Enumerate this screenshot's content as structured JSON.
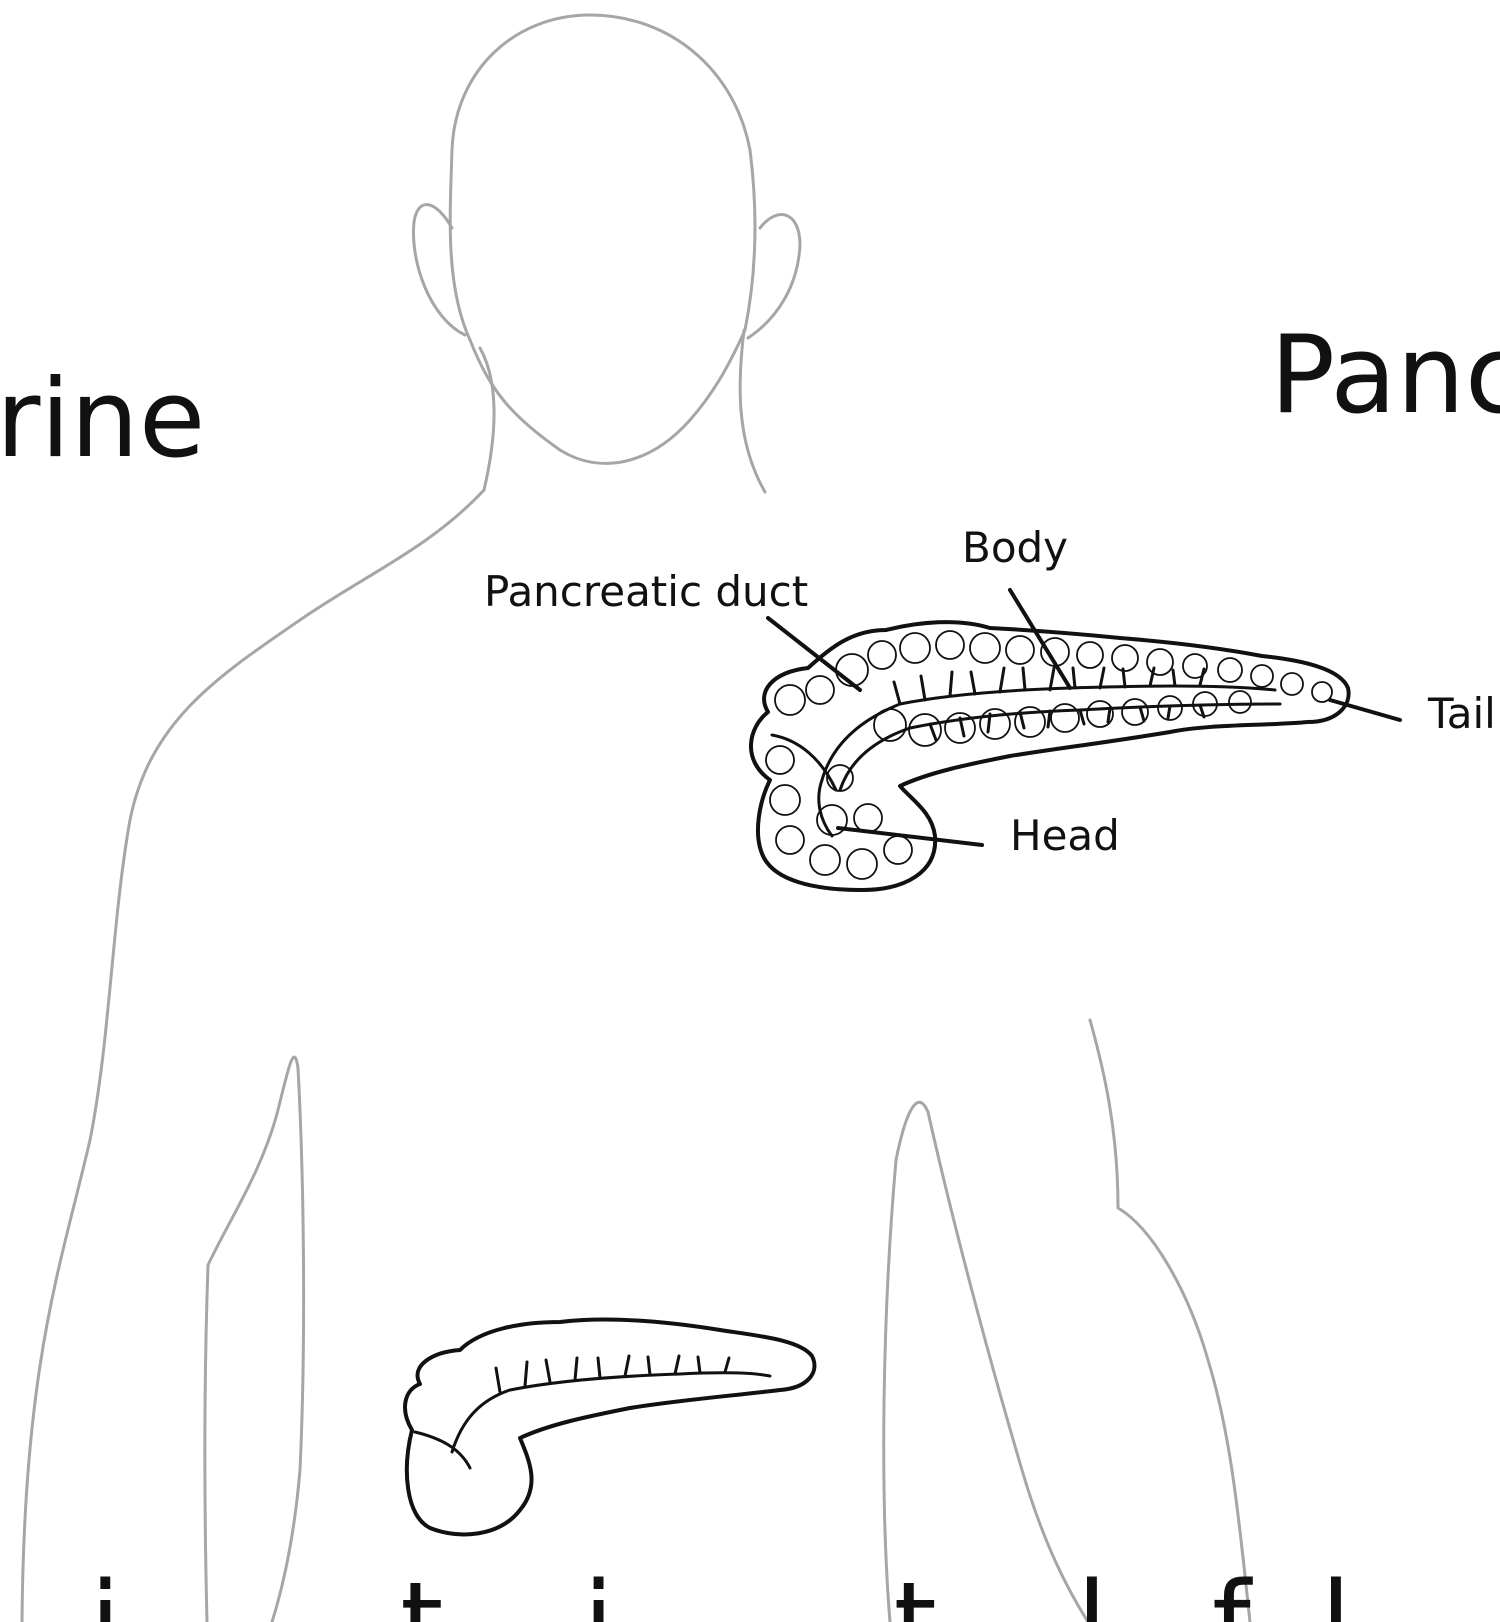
{
  "heading_left": "rine",
  "heading_right": "Panc",
  "labels": {
    "body": "Body",
    "pancreatic_duct": "Pancreatic duct",
    "tail": "Tail",
    "head": "Head"
  },
  "bottom_caption": "i        t    i        t    l   f  l     d   th",
  "colors": {
    "body_outline": "#a6a6a6",
    "organ_line": "#111111",
    "background": "#ffffff"
  }
}
